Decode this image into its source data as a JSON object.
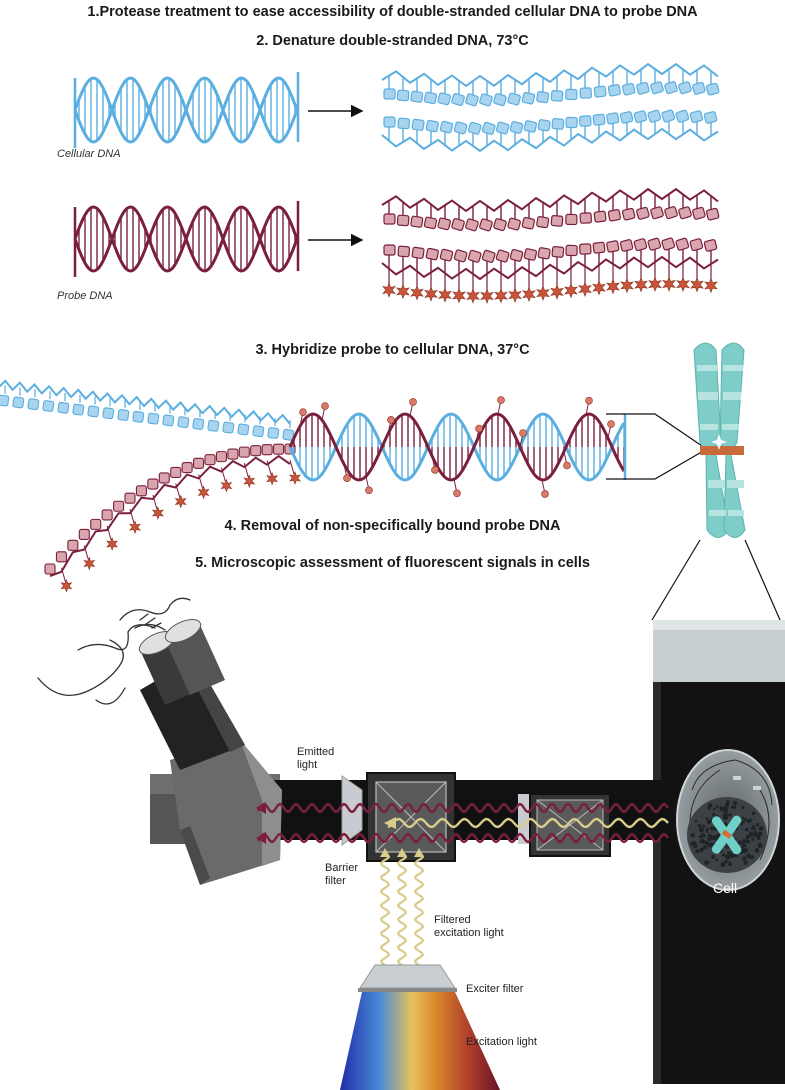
{
  "steps": {
    "s1": "1.Protease treatment to ease accessibility of double-stranded cellular DNA to probe DNA",
    "s2": "2. Denature double-stranded DNA, 73°C",
    "s3": "3. Hybridize probe to cellular DNA, 37°C",
    "s4": "4. Removal of non-specifically bound probe DNA",
    "s5": "5. Microscopic assessment of fluorescent signals in cells"
  },
  "captions": {
    "cellular": "Cellular DNA",
    "probe": "Probe DNA"
  },
  "labels": {
    "emitted": [
      "Emitted",
      "light"
    ],
    "barrier": [
      "Barrier",
      "filter"
    ],
    "filtered": [
      "Filtered",
      "excitation light"
    ],
    "exciter": "Exciter filter",
    "excitation": "Excitation light",
    "cell": "Cell"
  },
  "colors": {
    "cellular_dna": "#5aaee0",
    "probe_dna": "#7a1f3d",
    "probe_base": "#d9a6ae",
    "cellular_base": "#a8d4ef",
    "fluor_star": "#c8553a",
    "chromosome": "#7ecdc9",
    "centromere": "#c86a3a",
    "emitted_wave": "#7a1f3d",
    "excitation_wave": "#d8cc8a",
    "microscope_dark": "#1e1e1e",
    "microscope_gray": "#7a7a7a"
  },
  "icons": [
    "hand-icon",
    "microscope-icon",
    "chromosome-icon",
    "cell-icon",
    "fluorophore-star-icon"
  ]
}
